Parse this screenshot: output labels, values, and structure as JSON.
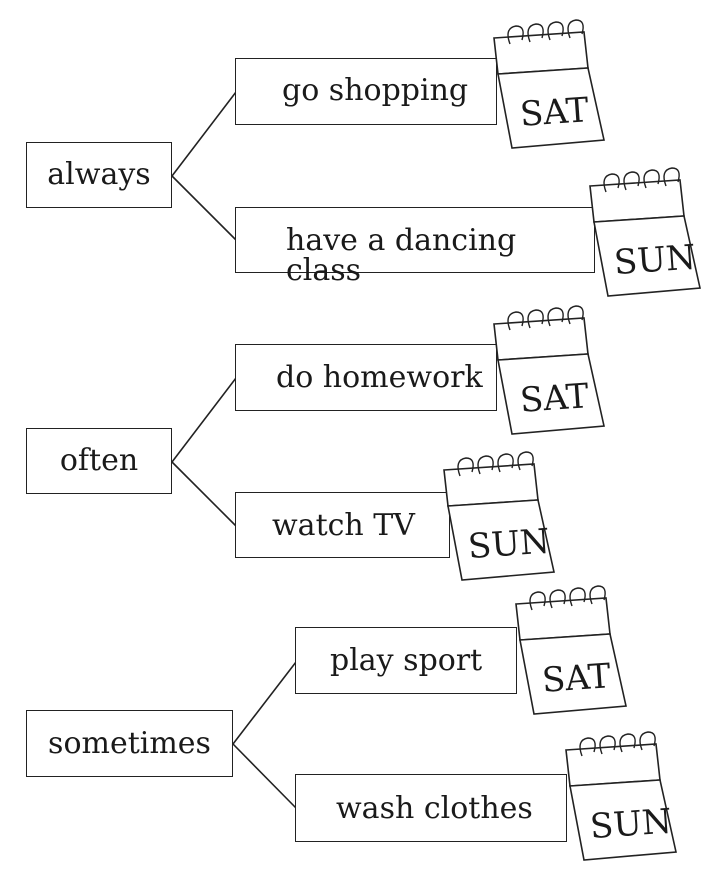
{
  "groups": [
    {
      "frequency": "always",
      "items": [
        {
          "activity": "go shopping",
          "day": "SAT"
        },
        {
          "activity": "have a dancing class",
          "day": "SUN"
        }
      ]
    },
    {
      "frequency": "often",
      "items": [
        {
          "activity": "do homework",
          "day": "SAT"
        },
        {
          "activity": "watch TV",
          "day": "SUN"
        }
      ]
    },
    {
      "frequency": "sometimes",
      "items": [
        {
          "activity": "play sport",
          "day": "SAT"
        },
        {
          "activity": "wash clothes",
          "day": "SUN"
        }
      ]
    }
  ]
}
